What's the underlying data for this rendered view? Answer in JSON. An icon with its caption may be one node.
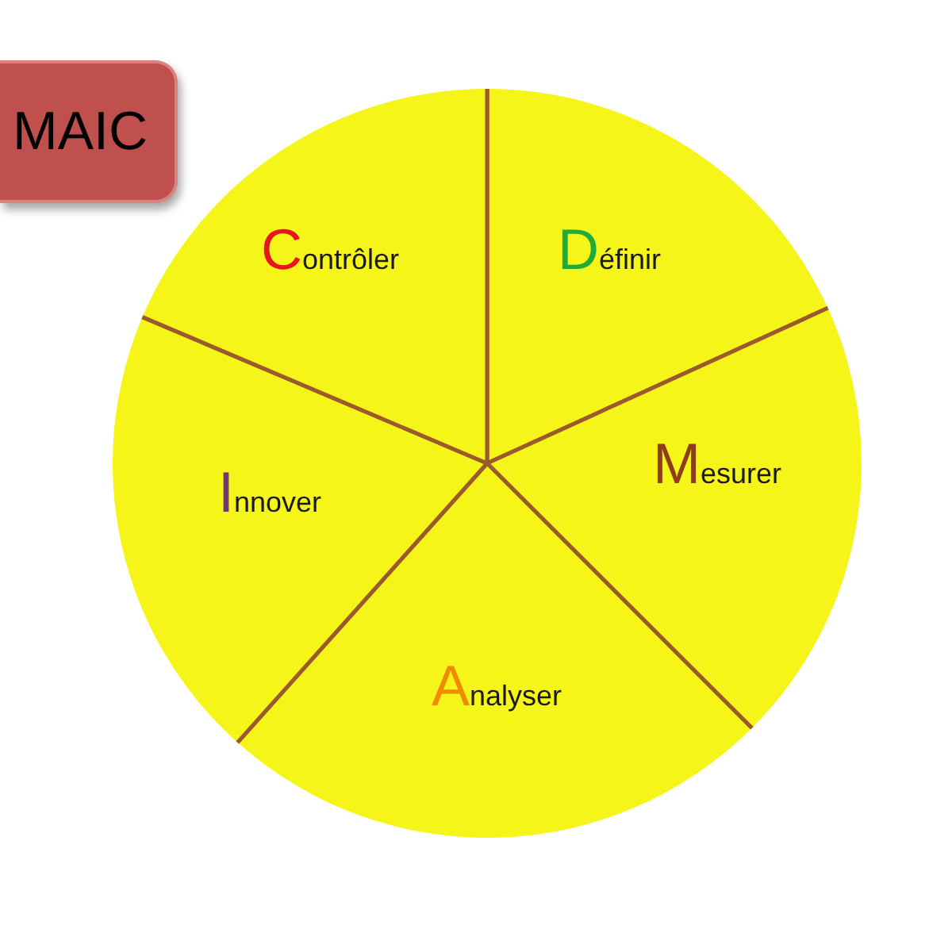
{
  "diagram": {
    "nodes": [
      {
        "text": [
          "MAIC"
        ]
      },
      {
        "text": [
          "Définir"
        ]
      },
      {
        "text": [
          "Mesurer"
        ]
      },
      {
        "text": [
          "Analyser"
        ]
      },
      {
        "text": [
          "Innover"
        ]
      },
      {
        "text": [
          "Contrôler"
        ]
      }
    ]
  }
}
